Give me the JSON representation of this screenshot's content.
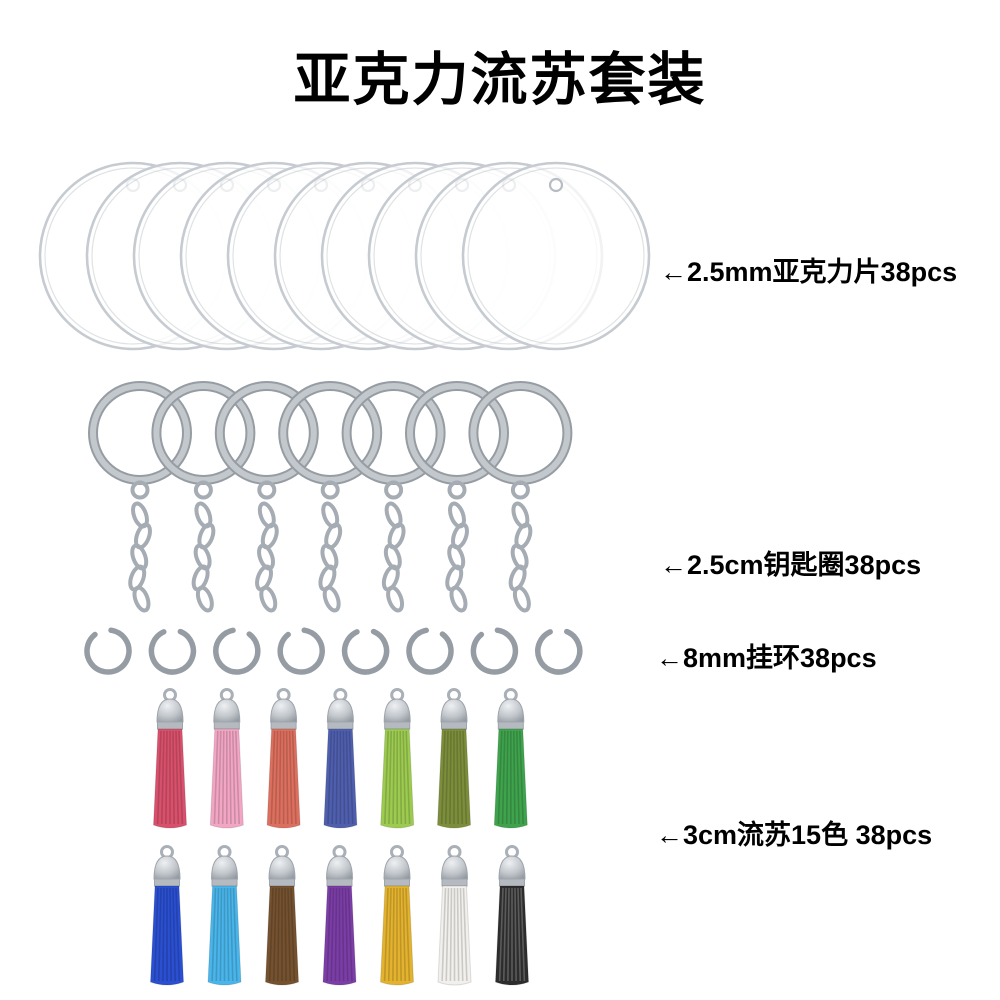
{
  "title": "亚克力流苏套装",
  "annotations": {
    "discs": "←2.5mm亚克力片38pcs",
    "keyrings": "←2.5cm钥匙圈38pcs",
    "jumprings": "←8mm挂环38pcs",
    "tassels": "←3cm流苏15色 38pcs"
  },
  "items": {
    "acrylic_discs": {
      "count": 10
    },
    "keyrings": {
      "count": 7
    },
    "jump_rings": {
      "count": 8
    },
    "tassel_rows": [
      {
        "colors": [
          "#d8506b",
          "#f2a6c4",
          "#dd6f5e",
          "#4f5fae",
          "#9ccb50",
          "#7c8e3b",
          "#3fa34d"
        ]
      },
      {
        "colors": [
          "#2a4fd0",
          "#49b5ea",
          "#74512f",
          "#7b3da6",
          "#e3b22e",
          "#f1f0ec",
          "#2d2d2d"
        ]
      }
    ]
  },
  "colors": {
    "metal_stroke": "#a6acb3",
    "metal_light": "#c3c8cd",
    "metal_dark": "#969ca3",
    "disc_stroke": "#c6cbd1",
    "background": "#ffffff"
  }
}
